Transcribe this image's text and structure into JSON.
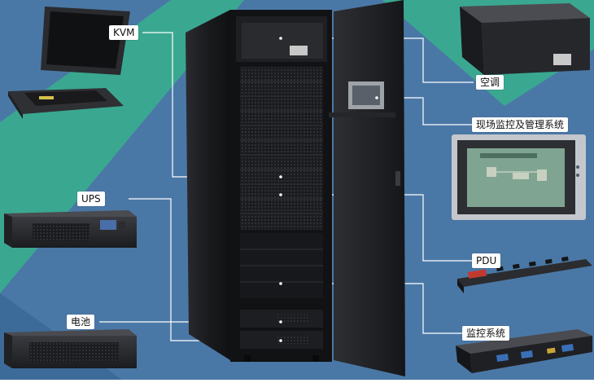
{
  "labels": {
    "kvm": "KVM",
    "ups": "UPS",
    "battery": "电池",
    "air_conditioner": "空调",
    "monitoring_management": "现场监控及管理系统",
    "pdu": "PDU",
    "monitoring_system": "监控系统"
  },
  "colors": {
    "bg_blue": "#4a78a6",
    "bg_teal": "#3aa890",
    "cabinet": "#1c1d20",
    "line": "#ffffff"
  }
}
